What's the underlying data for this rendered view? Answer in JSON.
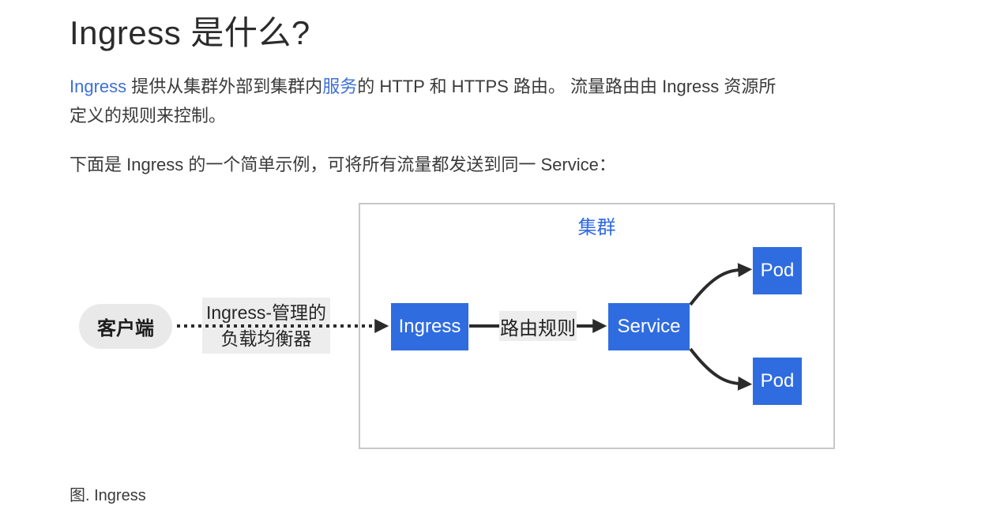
{
  "header": {
    "title": "Ingress 是什么?"
  },
  "intro": {
    "link_ingress": "Ingress",
    "t1": " 提供从集群外部到集群内",
    "link_service": "服务",
    "t2": "的 HTTP 和 HTTPS 路由。 流量路由由 Ingress 资源所",
    "t3": "定义的规则来控制。"
  },
  "example": {
    "text": "下面是 Ingress 的一个简单示例，可将所有流量都发送到同一 Service："
  },
  "figure": {
    "caption": "图. Ingress"
  },
  "diagram": {
    "cluster_label": "集群",
    "client": "客户端",
    "lb_line1": "Ingress-管理的",
    "lb_line2": "负载均衡器",
    "ingress": "Ingress",
    "routing_rule": "路由规则",
    "service": "Service",
    "pod_top": "Pod",
    "pod_bottom": "Pod"
  },
  "colors": {
    "node_blue": "#2f6ce0",
    "link_blue": "#3d6fd6",
    "cluster_label_blue": "#3269e2",
    "arrow_dark": "#2b2b2b",
    "label_bg": "#ededed",
    "client_pill_bg": "#e9e9e9",
    "cluster_border": "#c7c7cb"
  }
}
